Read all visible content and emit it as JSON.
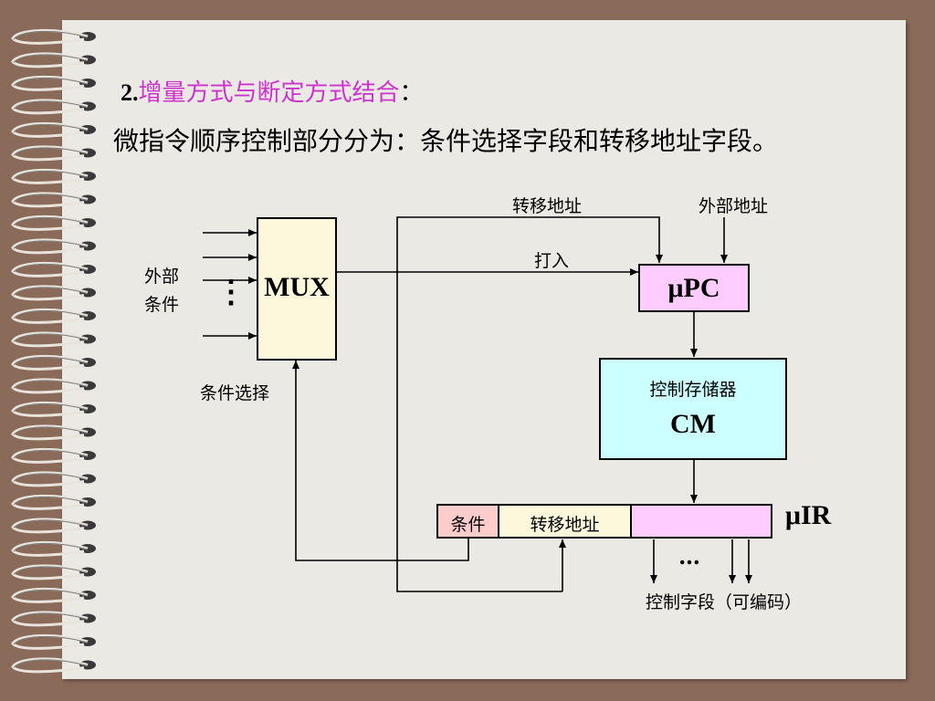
{
  "slide": {
    "heading_number": "2.",
    "heading_text": "增量方式与断定方式结合",
    "heading_colon": "：",
    "description": "微指令顺序控制部分分为：条件选择字段和转移地址字段。"
  },
  "diagram": {
    "mux_label": "MUX",
    "external_condition_line1": "外部",
    "external_condition_line2": "条件",
    "dots_vertical": "⋮",
    "condition_select_label": "条件选择",
    "upc_label": "μPC",
    "load_label": "打入",
    "branch_address_top": "转移地址",
    "external_address": "外部地址",
    "cm_title": "控制存储器",
    "cm_label": "CM",
    "uir_label": "μIR",
    "uir_field_condition": "条件",
    "uir_field_branch": "转移地址",
    "control_dots": "…",
    "control_field_label": "控制字段（可编码）"
  },
  "colors": {
    "heading_highlight": "#cc33cc",
    "mux_fill": "#fdf8dc",
    "upc_fill": "#ffccff",
    "cm_fill": "#ccffff",
    "uir_condition_fill": "#ffcccc",
    "uir_branch_fill": "#fdf8dc",
    "uir_control_fill": "#ffccff"
  }
}
